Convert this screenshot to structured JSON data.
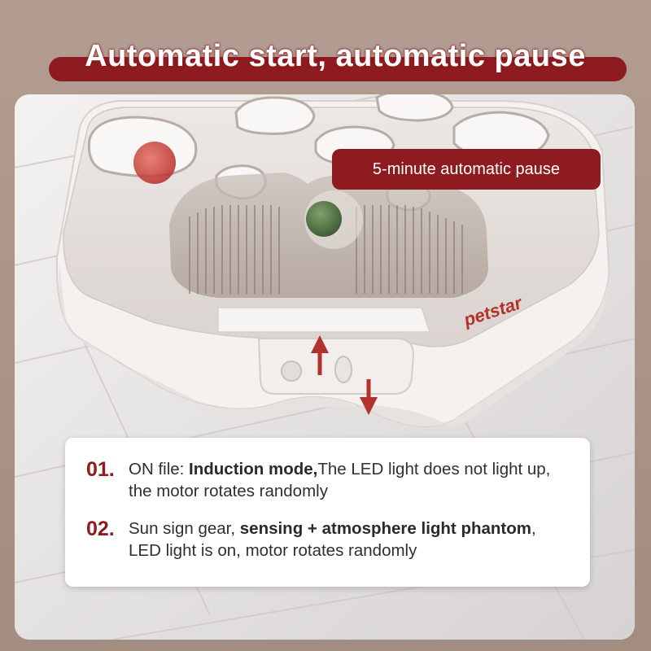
{
  "headline": "Automatic start, automatic pause",
  "pause_label": "5-minute automatic pause",
  "brand": "petstar",
  "modes": [
    {
      "number": "01.",
      "prefix": "ON file: ",
      "bold": "Induction mode,",
      "rest": "The LED light does not light up, the motor rotates randomly"
    },
    {
      "number": "02.",
      "prefix": "Sun sign gear, ",
      "bold": "sensing + atmosphere light phantom",
      "rest": ", LED light is on, motor rotates randomly"
    }
  ],
  "colors": {
    "accent": "#8e1b1f",
    "background": "#a78f84",
    "card": "#ffffff",
    "text": "#2f2f2f"
  },
  "icons": [
    "up-down-arrow-icon",
    "catnip-ball-icon",
    "red-ball-icon",
    "sensor-icon"
  ]
}
